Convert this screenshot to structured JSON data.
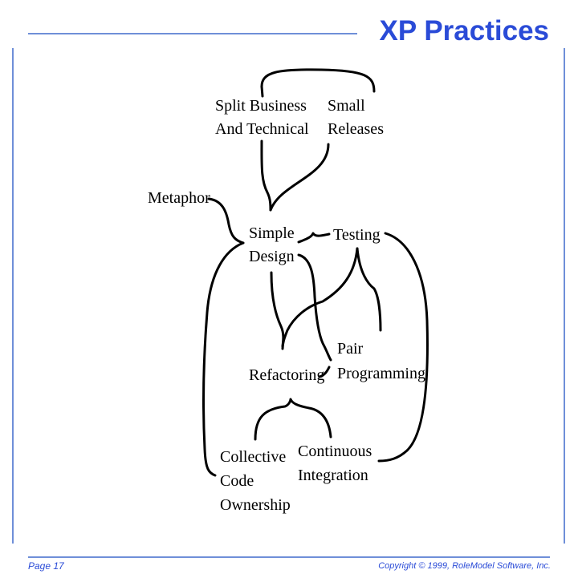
{
  "slide": {
    "title": "XP Practices",
    "page": "Page 17",
    "copyright": "Copyright © 1999, RoleModel Software, Inc."
  },
  "diagram": {
    "practices": [
      {
        "id": "split-business",
        "lines": [
          "Split Business",
          "And Technical"
        ]
      },
      {
        "id": "small-releases",
        "lines": [
          "Small",
          "Releases"
        ]
      },
      {
        "id": "metaphor",
        "lines": [
          "Metaphor"
        ]
      },
      {
        "id": "simple-design",
        "lines": [
          "Simple",
          "Design"
        ]
      },
      {
        "id": "testing",
        "lines": [
          "Testing"
        ]
      },
      {
        "id": "pair-programming",
        "lines": [
          "Pair",
          "Programming"
        ]
      },
      {
        "id": "refactoring",
        "lines": [
          "Refactoring"
        ]
      },
      {
        "id": "collective-code-ownership",
        "lines": [
          "Collective",
          "Code",
          "Ownership"
        ]
      },
      {
        "id": "continuous-integration",
        "lines": [
          "Continuous",
          "Integration"
        ]
      }
    ]
  }
}
